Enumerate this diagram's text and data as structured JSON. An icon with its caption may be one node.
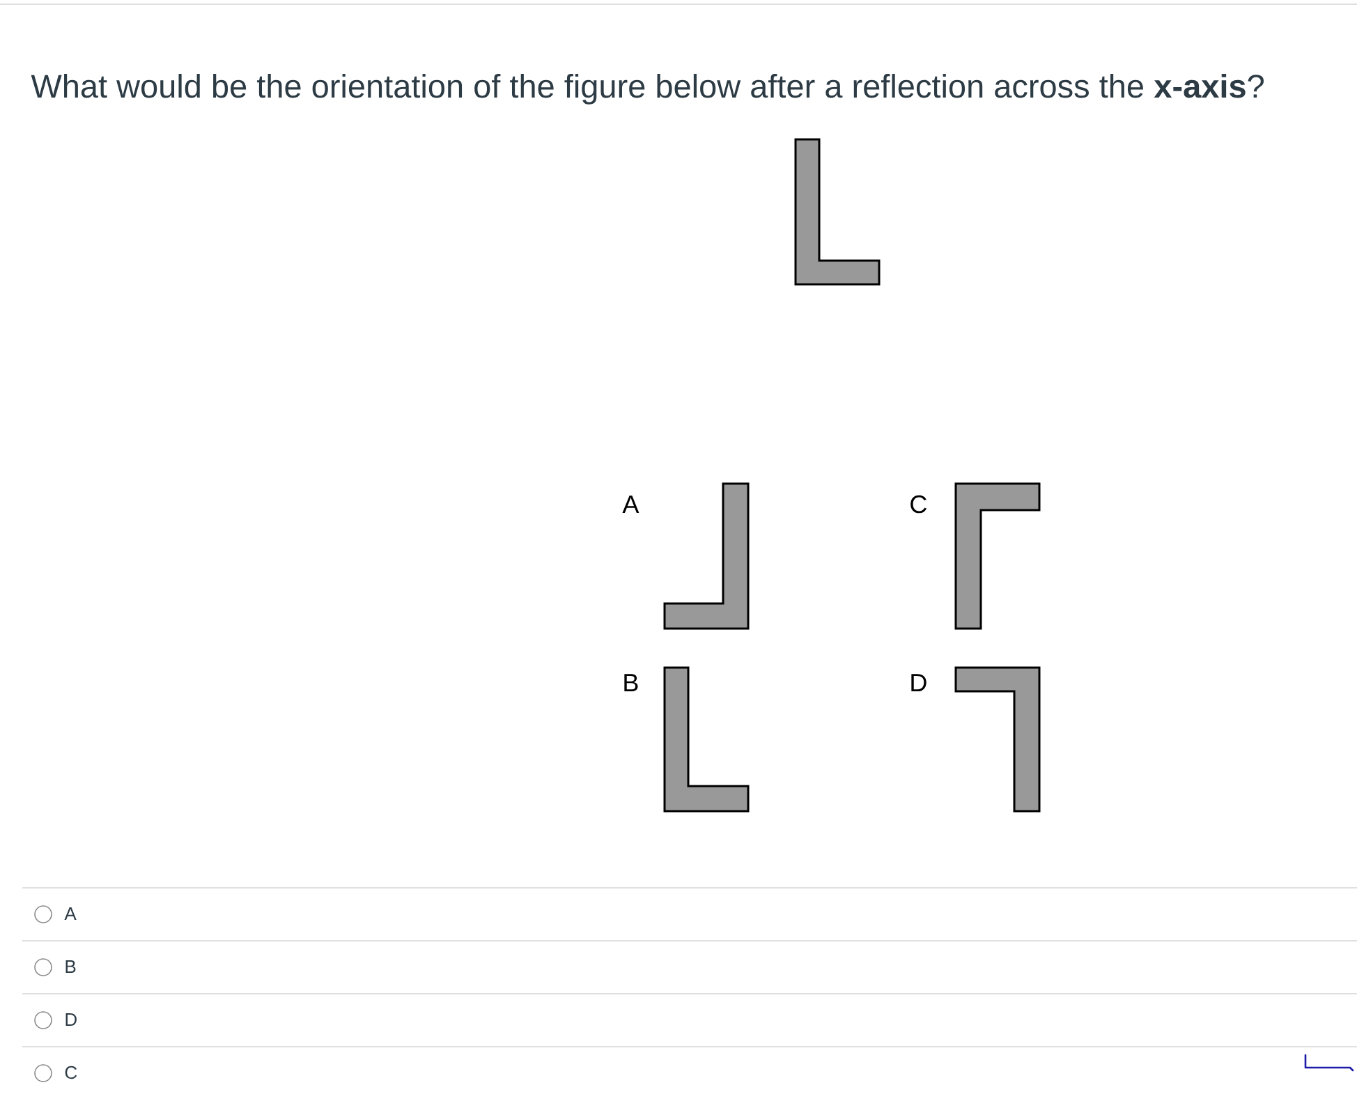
{
  "diagram": {
    "title": "What would be the orientation of the figure below after a reflection across the **x-axis**?",
    "nodes": [
      {
        "text": [],
        "shape": "l-shape"
      },
      {
        "text": [],
        "shape": "l-shape",
        "beside": [
          "A"
        ]
      },
      {
        "text": [],
        "shape": "l-shape",
        "beside": [
          "C"
        ]
      },
      {
        "text": [],
        "shape": "l-shape",
        "beside": [
          "B"
        ]
      },
      {
        "text": [],
        "shape": "l-shape",
        "beside": [
          "D"
        ]
      }
    ],
    "labels": [
      "A",
      "B",
      "D",
      "C"
    ]
  }
}
